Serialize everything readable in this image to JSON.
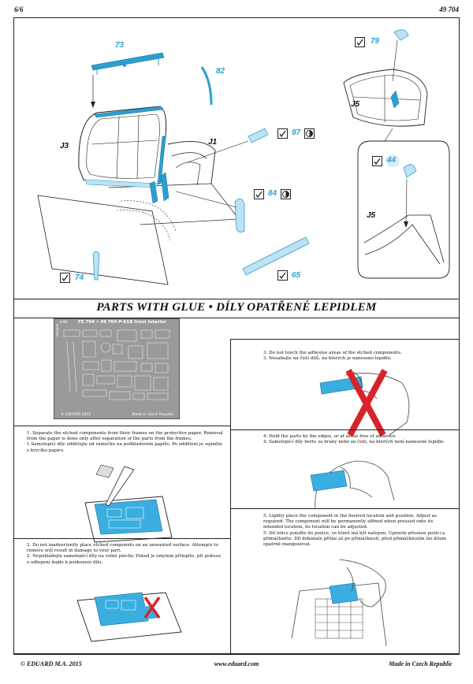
{
  "header": {
    "page": "6/6",
    "code": "49 704"
  },
  "diagram": {
    "labels": {
      "j3": "J3",
      "j1": "J1",
      "j5_top": "J5",
      "j5_detail": "J5"
    },
    "parts": {
      "p73": "73",
      "p82": "82",
      "p79": "79",
      "p97": "97",
      "p84": "84",
      "p74": "74",
      "p65": "65",
      "p44": "44"
    },
    "icons": {
      "check": "bend-check-icon",
      "toggle": "reverse-side-icon"
    }
  },
  "banner": {
    "title": "PARTS WITH GLUE  •  DÍLY OPATŘENÉ LEPIDLEM"
  },
  "fret": {
    "top_label": "FE 704 • 49 704 P-61B front interior",
    "scale": "1/48",
    "brand": "eduard",
    "copyright": "© EDUARD 2015",
    "made_in": "Made in Czech Republic"
  },
  "instructions": {
    "step1_en": "1. Separate the etched components from their frames on the protective paper. Removal from the paper is done only after separation of the parts from the frames.",
    "step1_cz": "1.Samolepící díly oddělujte od rámečku na podkladovém papíře. Po oddělení je sejměte z krycího papíru.",
    "step2_en": "2. Do not inadvertently place etched componets on an unwanted surface. Attempts to remove will result in damage to your part.",
    "step2_cz": "2. Nepokládejte samolepící díly na volné plochy. Pokud je omylem přilepíte, při pokusu o odlepení dojde k poškození dílu.",
    "step3_en": "3. Do not touch the adhesive areas of the etched components.",
    "step3_cz": "3. Nesahejte na čisti dílů, na kterých je naneseno lepidlo.",
    "step4_en": "4. Hold the parts by the edges, or at areas free of adhesive.",
    "step4_cz": "4. Samolepící díly berte za hrany nebo za čisti, na kterých není nanesené lepidlo.",
    "step5_en": "5. Lightly place the component in the desired location and position. Adjust as required. The component will be permanently affixed when pressed onto its intended location, its location can be adjusted.",
    "step5_cz": "5. Díl lehce položte do pozice, ve které má být nalepen. Upravte přesnou pozici a přimáčkněte. Díl dokonale přilne až po přimáčknutí, před přimáčknutím lze dílem opatrně manipulovat."
  },
  "footer": {
    "left": "© EDUARD  M.A. 2015",
    "center": "www.eduard.com",
    "right": "Made in Czech Republic"
  },
  "colors": {
    "part_blue": "#2aa0d2",
    "cross_red": "#d8232a",
    "fret_gray": "#9a9a9a"
  }
}
